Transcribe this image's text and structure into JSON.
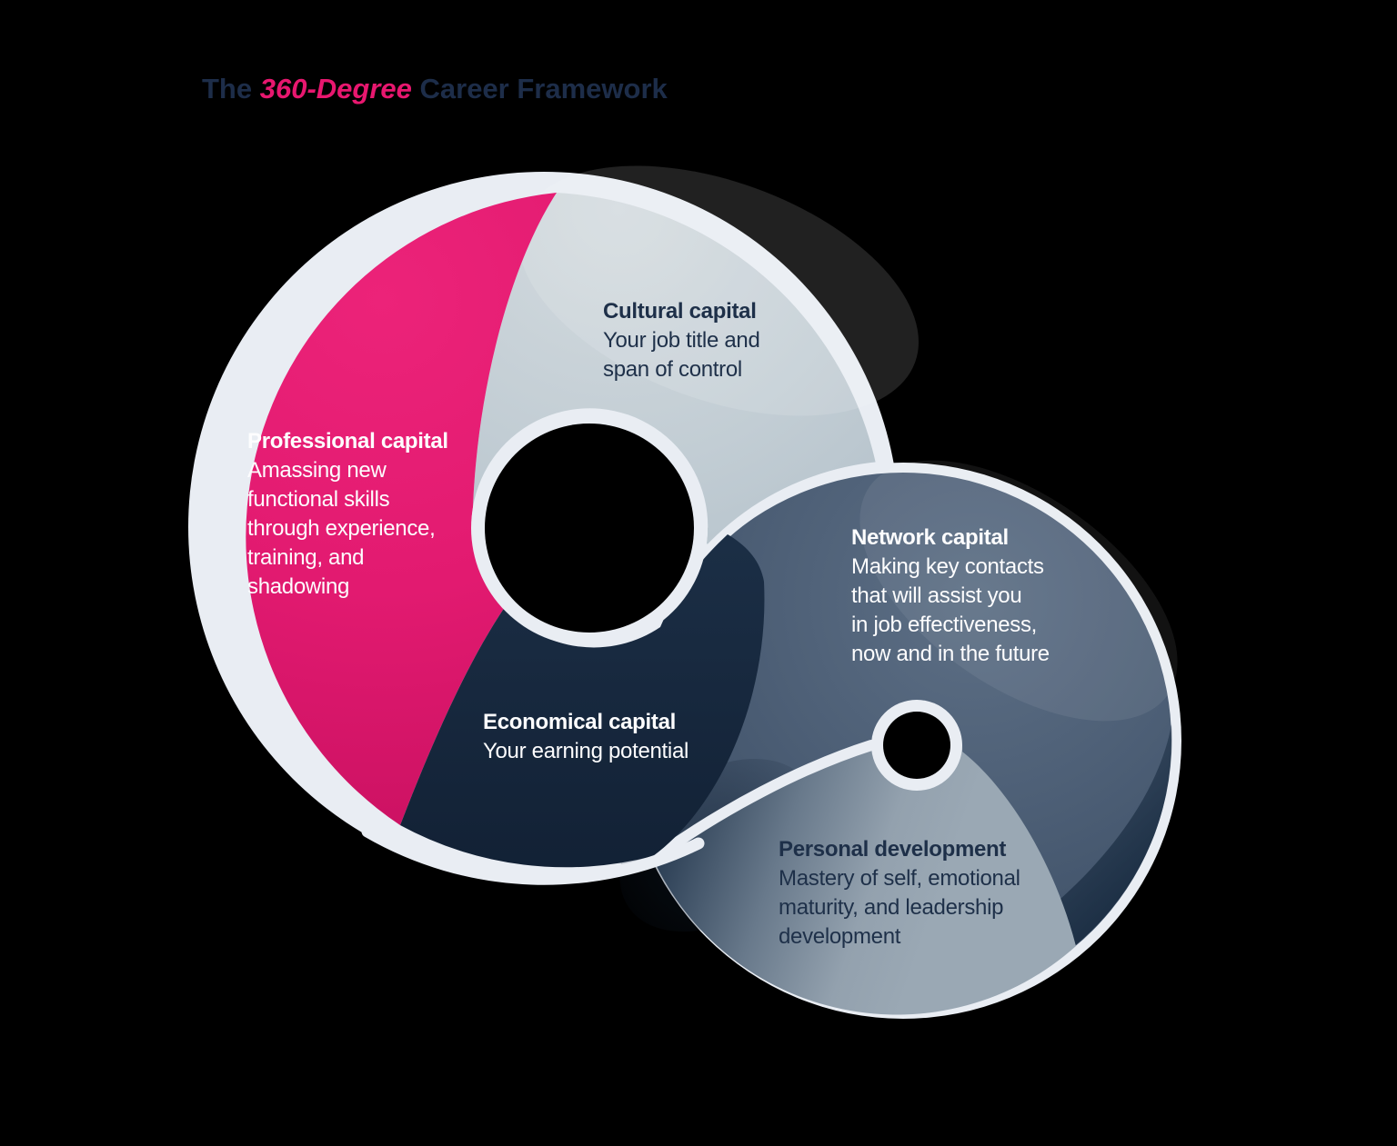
{
  "title": {
    "prefix": "The ",
    "highlight": "360-Degree",
    "suffix": " Career Framework"
  },
  "sections": [
    {
      "id": "professional",
      "title": "Professional capital",
      "lines": [
        "Amassing new",
        "functional skills",
        "through experience,",
        "training, and",
        "shadowing"
      ]
    },
    {
      "id": "cultural",
      "title": "Cultural capital",
      "lines": [
        "Your job title and",
        "span of control"
      ]
    },
    {
      "id": "economical",
      "title": "Economical capital",
      "lines": [
        "Your earning potential"
      ]
    },
    {
      "id": "network",
      "title": "Network capital",
      "lines": [
        "Making key contacts",
        "that will assist you",
        "in job effectiveness,",
        "now and in the future"
      ]
    },
    {
      "id": "personal",
      "title": "Personal development",
      "lines": [
        "Mastery of self, emotional",
        "maturity, and leadership",
        "development"
      ]
    }
  ],
  "colors": {
    "background": "#000000",
    "title_navy": "#1d2d49",
    "title_pink": "#e8176f",
    "segment_pink": "#e01a6f",
    "segment_pink_deep": "#c81060",
    "segment_gray": "#bdc9d1",
    "segment_navy": "#152639",
    "segment_slate": "#4d5f76",
    "segment_slate_dark": "#14273c",
    "segment_personal_gray": "#9aa8b4",
    "outline_white": "#e9edf3",
    "label_dark": "#1e3049",
    "label_light": "#fdfdfe"
  }
}
